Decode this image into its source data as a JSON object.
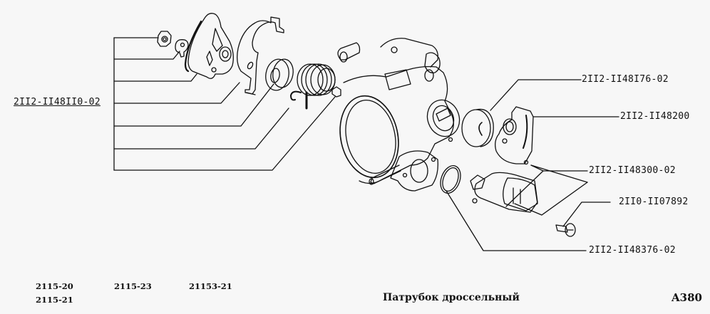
{
  "diagram": {
    "title": "Патрубок дроссельный",
    "page_ref": "A380",
    "models": [
      "2115-20",
      "2115-21",
      "2115-23",
      "21153-21"
    ],
    "callouts": {
      "left_group": "2II2-II48II0-02",
      "gasket_cap": "2II2-II48I76-02",
      "position_sensor": "2II2-II48200",
      "idle_regulator": "2II2-II48300-02",
      "screw": "2II0-II07892",
      "o_ring": "2II2-II48376-02"
    },
    "parts": [
      "nut",
      "lock-washer",
      "throttle-sector",
      "bracket",
      "bushing",
      "return-spring",
      "spring-hook",
      "throttle-body",
      "seal-cap",
      "throttle-position-sensor",
      "idle-air-control-valve",
      "screw",
      "o-ring"
    ]
  }
}
